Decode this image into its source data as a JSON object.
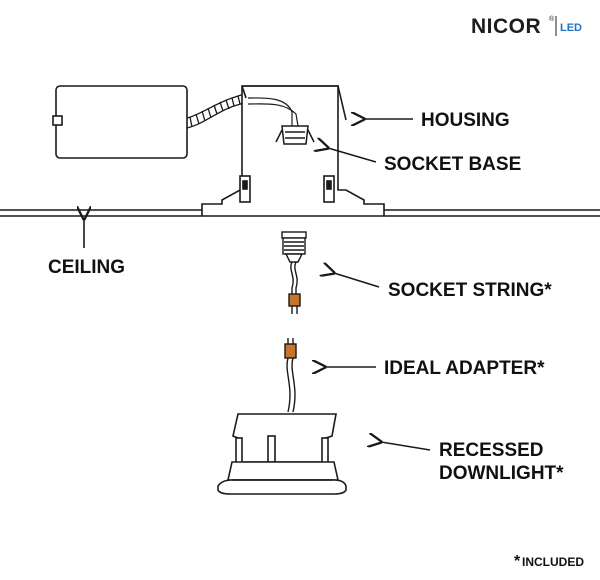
{
  "brand": {
    "name": "NICOR",
    "reg": "®",
    "sub": "LED",
    "brand_color": "#1d74c6"
  },
  "labels": {
    "housing": "HOUSING",
    "socket_base": "SOCKET BASE",
    "ceiling": "CEILING",
    "socket_string": "SOCKET STRING*",
    "ideal_adapter": "IDEAL ADAPTER*",
    "recessed_line1": "RECESSED",
    "recessed_line2": "DOWNLIGHT*"
  },
  "footnote": {
    "star": "*",
    "text": "INCLUDED"
  },
  "colors": {
    "line": "#1a1a1a",
    "connector": "#c8742a"
  }
}
